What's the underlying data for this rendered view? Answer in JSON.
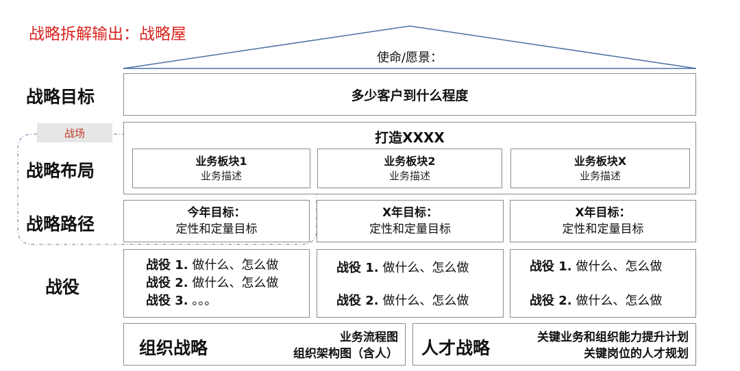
{
  "page_title": "战略拆解输出：战略屋",
  "roof": {
    "mission_label": "使命/愿景："
  },
  "row_labels": {
    "goal": "战略目标",
    "layout": "战略布局",
    "path": "战略路径",
    "campaign": "战役"
  },
  "battlefield_tag": "战场",
  "goal_text": "多少客户到什么程度",
  "layout": {
    "title": "打造XXXX",
    "blocks": [
      {
        "title": "业务板块1",
        "desc": "业务描述"
      },
      {
        "title": "业务板块2",
        "desc": "业务描述"
      },
      {
        "title": "业务板块X",
        "desc": "业务描述"
      }
    ]
  },
  "paths": [
    {
      "title": "今年目标：",
      "desc": "定性和定量目标"
    },
    {
      "title": "X年目标：",
      "desc": "定性和定量目标"
    },
    {
      "title": "X年目标：",
      "desc": "定性和定量目标"
    }
  ],
  "campaigns": [
    {
      "c1b": "战役 1.",
      "c1t": "做什么、怎么做",
      "c2b": "战役 2.",
      "c2t": "做什么、怎么做",
      "c3b": "战役 3.",
      "c3t": "。。。"
    },
    {
      "c1b": "战役 1.",
      "c1t": "做什么、怎么做",
      "c2b": "战役 2.",
      "c2t": "做什么、怎么做"
    },
    {
      "c1b": "战役 1.",
      "c1t": "做什么、怎么做",
      "c2b": "战役 2.",
      "c2t": "做什么、怎么做"
    }
  ],
  "foundation": {
    "org": {
      "title": "组织战略",
      "line1": "业务流程图",
      "line2": "组织架构图（含人）"
    },
    "talent": {
      "title": "人才战略",
      "line1": "关键业务和组织能力提升计划",
      "line2": "关键岗位的人才规划"
    }
  },
  "colors": {
    "title": "#d9241f",
    "roof_line": "#4a6fa5",
    "border": "#8a8a8a",
    "tag_bg": "#e6e6e6"
  }
}
